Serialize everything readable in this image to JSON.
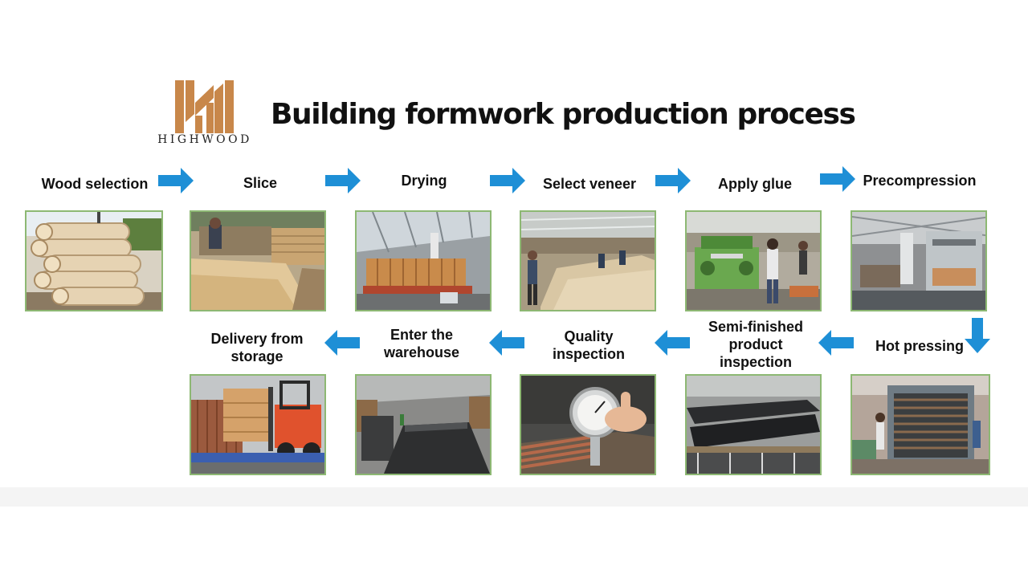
{
  "brand": {
    "name": "HIGHWOOD",
    "logo_color": "#c8874a"
  },
  "title": "Building formwork production process",
  "colors": {
    "arrow": "#1e8fd6",
    "photo_border": "#8db873"
  },
  "steps": [
    {
      "label": "Wood selection"
    },
    {
      "label": "Slice"
    },
    {
      "label": "Drying"
    },
    {
      "label": "Select veneer"
    },
    {
      "label": "Apply glue"
    },
    {
      "label": "Precompression"
    },
    {
      "label": "Hot pressing"
    },
    {
      "label": "Semi-finished product inspection"
    },
    {
      "label": "Quality inspection"
    },
    {
      "label": "Enter the warehouse"
    },
    {
      "label": "Delivery from storage"
    }
  ]
}
